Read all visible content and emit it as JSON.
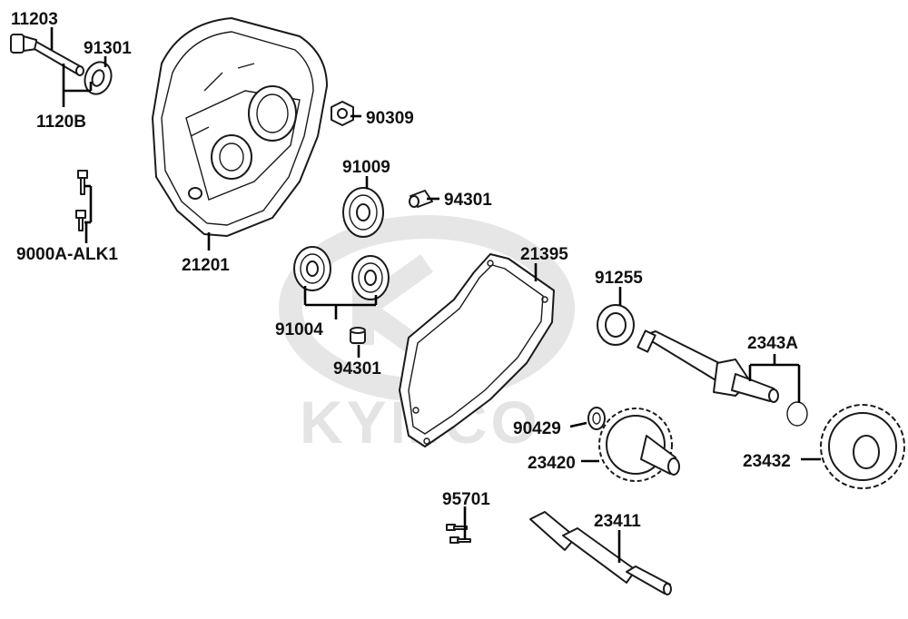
{
  "watermark": {
    "brand": "KYMCO",
    "color": "#e2e2e2"
  },
  "labels": {
    "p11203": "11203",
    "p91301": "91301",
    "p1120B": "1120B",
    "p90309": "90309",
    "p91009": "91009",
    "p94301_top": "94301",
    "p9000A": "9000A-ALK1",
    "p21201": "21201",
    "p21395": "21395",
    "p91255": "91255",
    "p91004": "91004",
    "p94301_bottom": "94301",
    "p2343A": "2343A",
    "p90429": "90429",
    "p23420": "23420",
    "p23432": "23432",
    "p95701": "95701",
    "p23411": "23411"
  },
  "colors": {
    "line": "#1a1a1a",
    "leader": "#000000",
    "background": "#ffffff"
  }
}
